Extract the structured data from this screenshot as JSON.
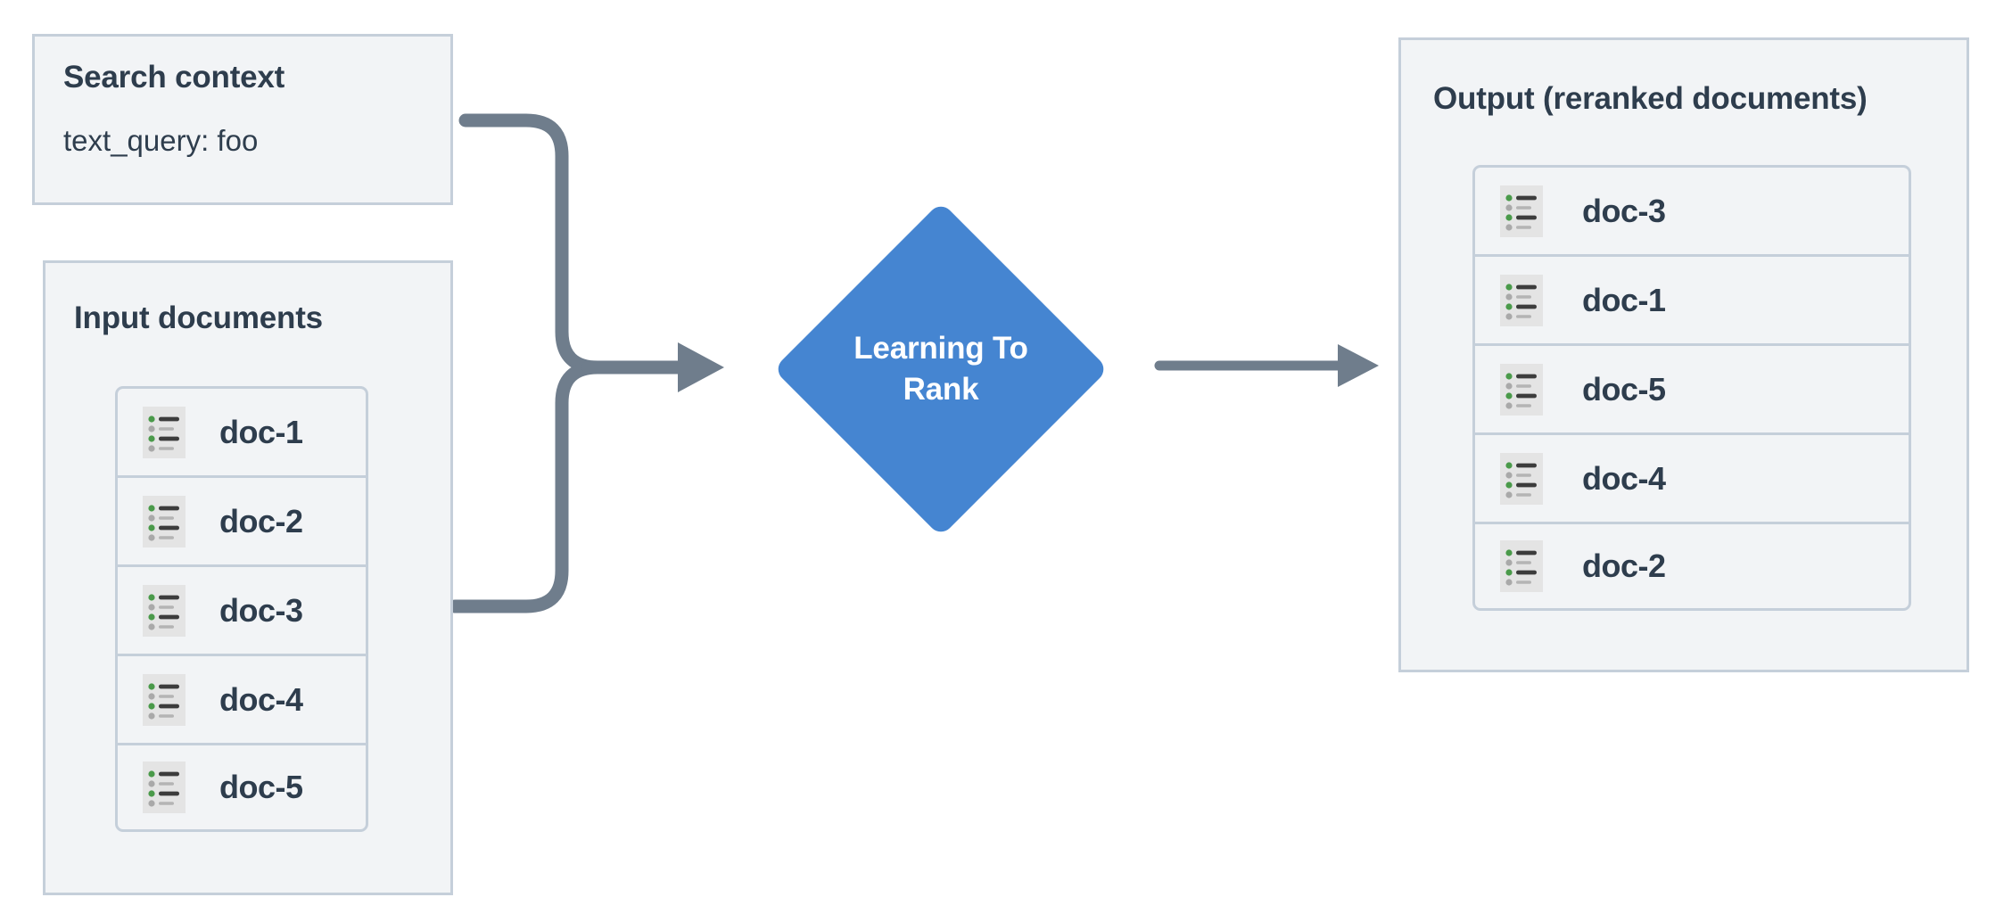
{
  "diagram": {
    "type": "flow",
    "title": "Learning To Rank reranking flow",
    "colors": {
      "panel_background": "#f2f4f6",
      "panel_border": "#c5cfda",
      "text": "#2e3d4d",
      "node_accent": "#4585d1",
      "node_text": "#ffffff",
      "connector": "#6f7d8c",
      "icon_background": "#e4e4e4",
      "icon_bullet_active": "#4a9a4a",
      "icon_bullet_inactive": "#a9a9a9",
      "icon_line_active": "#3c3c3c",
      "icon_line_inactive": "#b4b4b4"
    }
  },
  "search_context": {
    "title": "Search context",
    "query_line": "text_query: foo"
  },
  "input_documents": {
    "title": "Input documents",
    "items": [
      {
        "label": "doc-1",
        "icon": "document-list-icon"
      },
      {
        "label": "doc-2",
        "icon": "document-list-icon"
      },
      {
        "label": "doc-3",
        "icon": "document-list-icon"
      },
      {
        "label": "doc-4",
        "icon": "document-list-icon"
      },
      {
        "label": "doc-5",
        "icon": "document-list-icon"
      }
    ]
  },
  "process_node": {
    "label_line_1": "Learning To",
    "label_line_2": "Rank",
    "shape": "diamond"
  },
  "output_documents": {
    "title": "Output (reranked documents)",
    "items": [
      {
        "label": "doc-3",
        "icon": "document-list-icon"
      },
      {
        "label": "doc-1",
        "icon": "document-list-icon"
      },
      {
        "label": "doc-5",
        "icon": "document-list-icon"
      },
      {
        "label": "doc-4",
        "icon": "document-list-icon"
      },
      {
        "label": "doc-2",
        "icon": "document-list-icon"
      }
    ]
  },
  "connectors": [
    {
      "name": "search-context-to-ltr",
      "from": "search_context",
      "to": "process_node",
      "style": "elbow-arrow"
    },
    {
      "name": "input-documents-to-ltr",
      "from": "input_documents",
      "to": "process_node",
      "style": "elbow-arrow"
    },
    {
      "name": "ltr-to-output",
      "from": "process_node",
      "to": "output_documents",
      "style": "straight-arrow"
    }
  ]
}
